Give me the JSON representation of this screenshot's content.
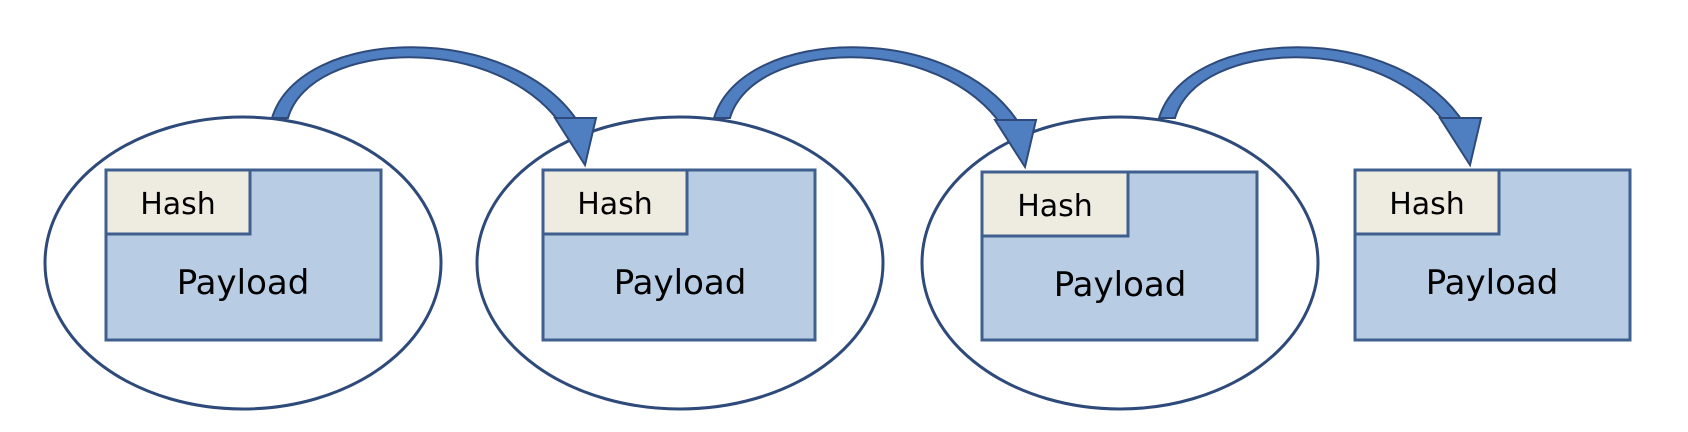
{
  "diagram": {
    "blocks": [
      {
        "hash_label": "Hash",
        "payload_label": "Payload",
        "enclosed": true
      },
      {
        "hash_label": "Hash",
        "payload_label": "Payload",
        "enclosed": true
      },
      {
        "hash_label": "Hash",
        "payload_label": "Payload",
        "enclosed": true
      },
      {
        "hash_label": "Hash",
        "payload_label": "Payload",
        "enclosed": false
      }
    ],
    "links": [
      {
        "from": 0,
        "to": 1
      },
      {
        "from": 1,
        "to": 2
      },
      {
        "from": 2,
        "to": 3
      }
    ],
    "colors": {
      "payload_fill": "#b8cce4",
      "hash_fill": "#eeece1",
      "border": "#3f5f8f",
      "ellipse_stroke": "#2e4a7a",
      "arrow_fill": "#4f7fc1",
      "arrow_stroke": "#2e4a7a"
    }
  }
}
